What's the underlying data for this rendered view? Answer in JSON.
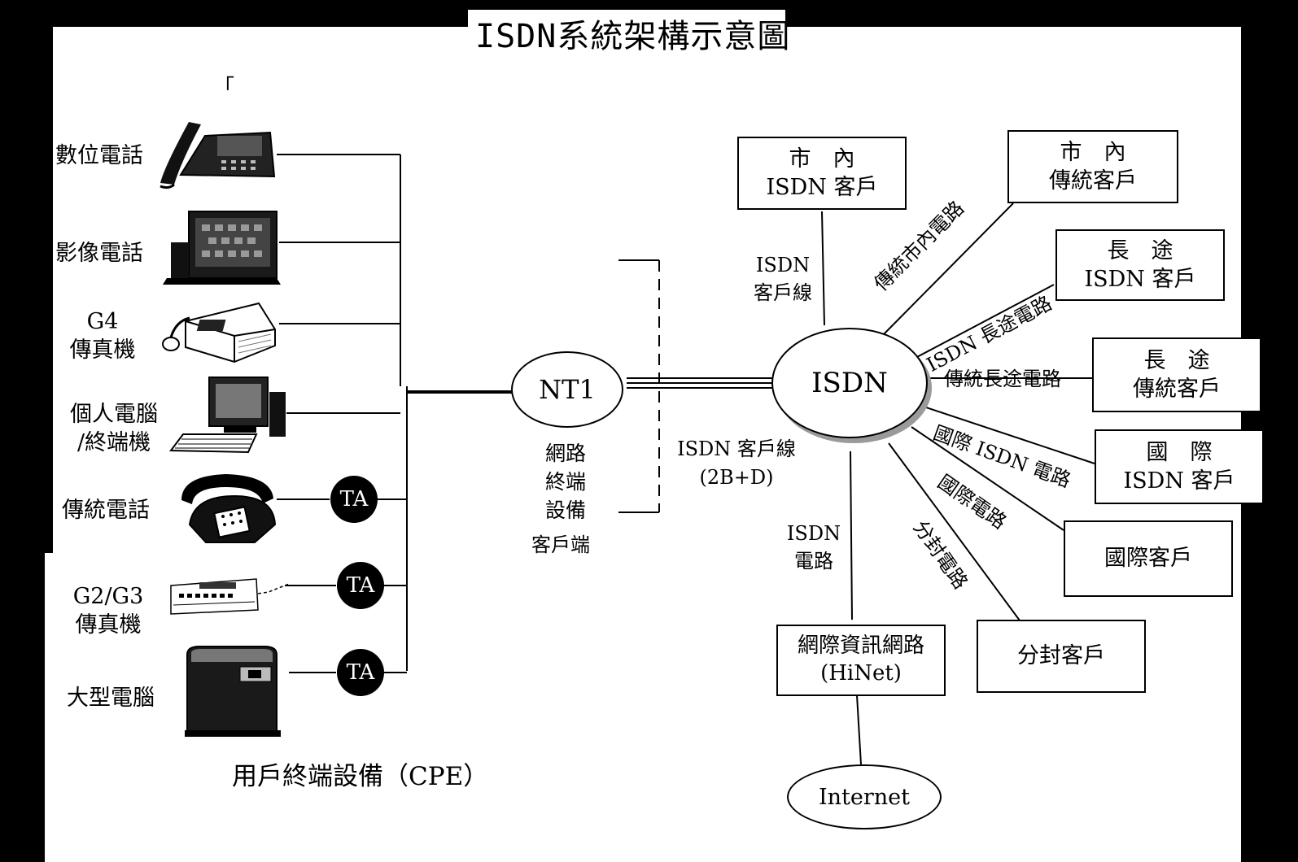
{
  "title": "ISDN系統架構示意圖",
  "stray_mark": "「",
  "devices": [
    {
      "label_lines": [
        "數位電話"
      ],
      "icon": "digital-phone-icon",
      "ta": false
    },
    {
      "label_lines": [
        "影像電話"
      ],
      "icon": "video-phone-icon",
      "ta": false
    },
    {
      "label_lines": [
        "G4",
        "傳真機"
      ],
      "icon": "fax-machine-icon",
      "ta": false
    },
    {
      "label_lines": [
        "個人電腦",
        "/終端機"
      ],
      "icon": "personal-computer-icon",
      "ta": false
    },
    {
      "label_lines": [
        "傳統電話"
      ],
      "icon": "traditional-phone-icon",
      "ta": true
    },
    {
      "label_lines": [
        "G2/G3",
        "傳真機"
      ],
      "icon": "g3-fax-icon",
      "ta": true
    },
    {
      "label_lines": [
        "大型電腦"
      ],
      "icon": "mainframe-icon",
      "ta": true
    }
  ],
  "ta_label": "TA",
  "cpe_caption": "用戶終端設備（CPE）",
  "nt1": {
    "label": "NT1",
    "caption_lines": [
      "網路",
      "終端",
      "設備"
    ],
    "client_side": "客戶端"
  },
  "isdn_line": {
    "lines": [
      "ISDN 客戶線",
      "(2B+D)"
    ]
  },
  "center": "ISDN",
  "boxes": {
    "local_isdn": [
      "市　內",
      "ISDN 客戶"
    ],
    "local_traditional": [
      "市　內",
      "傳統客戶"
    ],
    "long_isdn": [
      "長　途",
      "ISDN 客戶"
    ],
    "long_traditional": [
      "長　途",
      "傳統客戶"
    ],
    "intl_isdn": [
      "國　際",
      "ISDN 客戶"
    ],
    "intl": [
      "國際客戶"
    ],
    "packet": [
      "分封客戶"
    ],
    "hinet": [
      "網際資訊網路",
      "(HiNet)"
    ]
  },
  "line_labels": {
    "isdn_client_line": [
      "ISDN",
      "客戶線"
    ],
    "trad_local": "傳統市內電路",
    "isdn_long": "ISDN 長途電路",
    "trad_long": "傳統長途電路",
    "intl_isdn": "國際 ISDN 電路",
    "intl": "國際電路",
    "packet": "分封電路",
    "isdn_circuit": [
      "ISDN",
      "電路"
    ]
  },
  "internet": "Internet"
}
